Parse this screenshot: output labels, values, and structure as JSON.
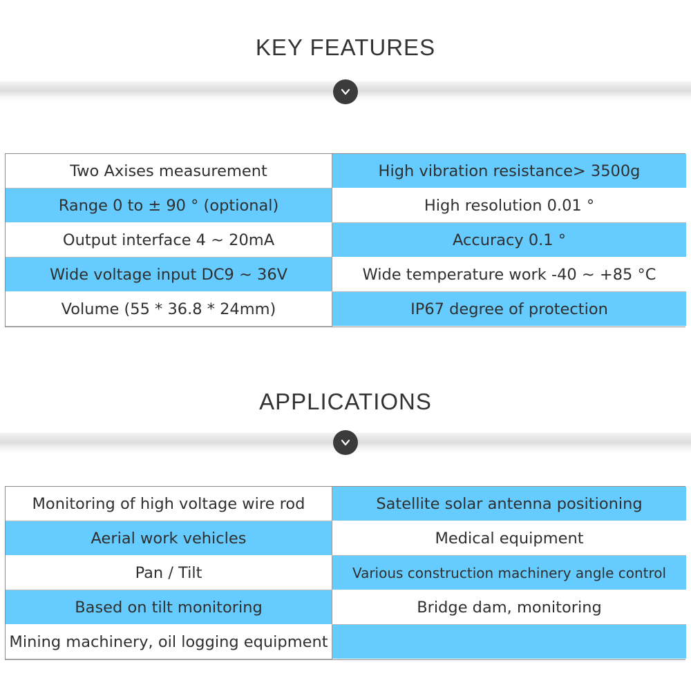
{
  "key_features": {
    "title": "KEY  FEATURES",
    "rows": [
      [
        "Two Axises measurement",
        "High vibration resistance> 3500g"
      ],
      [
        "Range 0 to ± 90 ° (optional)",
        "High resolution 0.01 °"
      ],
      [
        "Output interface 4 ~ 20mA",
        "Accuracy 0.1 °"
      ],
      [
        "Wide voltage input DC9 ~ 36V",
        "Wide temperature work -40 ~ +85 °C"
      ],
      [
        "Volume (55 * 36.8 * 24mm)",
        "IP67 degree of protection"
      ]
    ]
  },
  "applications": {
    "title": "APPLICATIONS",
    "rows": [
      [
        "Monitoring of high voltage wire rod",
        "Satellite solar antenna positioning"
      ],
      [
        "Aerial work vehicles",
        "Medical equipment"
      ],
      [
        "Pan / Tilt",
        "Various construction machinery angle control"
      ],
      [
        "Based on tilt monitoring",
        "Bridge dam, monitoring"
      ],
      [
        "Mining machinery, oil logging equipment",
        ""
      ]
    ]
  },
  "colors": {
    "highlight": "#66ccff",
    "chevron": "#3b3b3b"
  },
  "icons": {
    "divider_marker": "chevron-down-icon"
  }
}
